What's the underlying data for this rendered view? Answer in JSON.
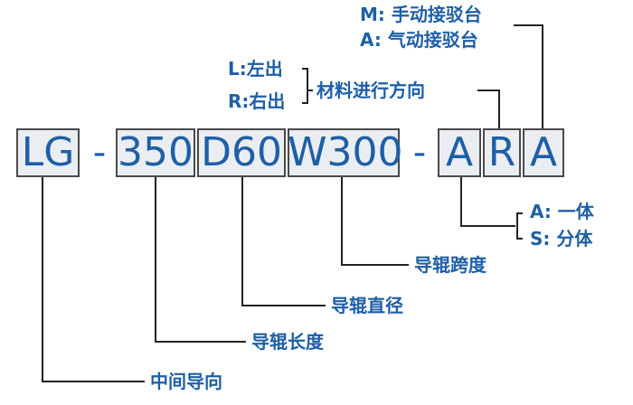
{
  "code_segments": {
    "lg": "LG",
    "dash1": "-",
    "n350": "350",
    "d60": "D60",
    "w300": "W300",
    "dash2": "-",
    "a1": "A",
    "r": "R",
    "a2": "A"
  },
  "labels": {
    "middle_guide": "中间导向",
    "rail_length": "导辊长度",
    "rail_diameter": "导辊直径",
    "rail_span": "导辊跨度",
    "material_direction": "材料进行方向",
    "left_out": "L:左出",
    "right_out": "R:右出",
    "manual_dock": "M: 手动接驳台",
    "pneumatic_dock": "A: 气动接驳台",
    "integrated": "A: 一体",
    "split": "S: 分体"
  }
}
